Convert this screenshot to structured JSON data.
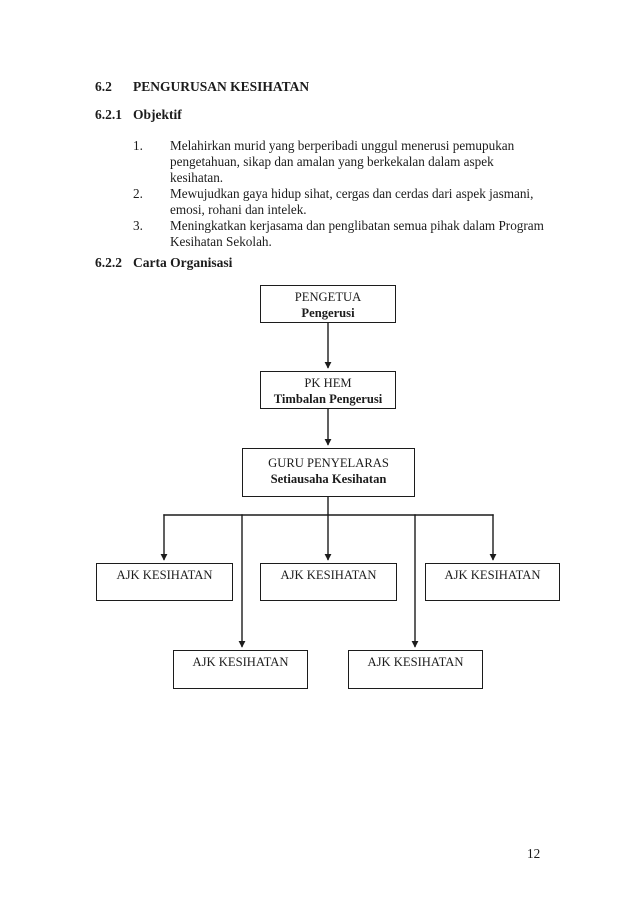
{
  "document": {
    "section": {
      "number": "6.2",
      "title": "PENGURUSAN KESIHATAN"
    },
    "objektif": {
      "number": "6.2.1",
      "title": "Objektif",
      "items": [
        {
          "num": "1.",
          "lines": [
            "Melahirkan murid yang berperibadi unggul menerusi pemupukan",
            "pengetahuan, sikap dan amalan yang berkekalan dalam aspek",
            "kesihatan."
          ]
        },
        {
          "num": "2.",
          "lines": [
            "Mewujudkan gaya hidup sihat, cergas dan cerdas dari aspek jasmani,",
            "emosi, rohani dan intelek."
          ]
        },
        {
          "num": "3.",
          "lines": [
            "Meningkatkan kerjasama dan penglibatan semua pihak dalam Program",
            "Kesihatan Sekolah."
          ]
        }
      ]
    },
    "carta": {
      "number": "6.2.2",
      "title": "Carta Organisasi"
    },
    "page_number": "12"
  },
  "org_chart": {
    "nodes": {
      "pengetua": {
        "role": "PENGETUA",
        "position": "Pengerusi"
      },
      "pk_hem": {
        "role": "PK HEM",
        "position": "Timbalan Pengerusi"
      },
      "guru_penyelaras": {
        "role": "GURU PENYELARAS",
        "position": "Setiausaha Kesihatan"
      },
      "ajk_top_1": {
        "role": "AJK KESIHATAN"
      },
      "ajk_top_2": {
        "role": "AJK KESIHATAN"
      },
      "ajk_top_3": {
        "role": "AJK KESIHATAN"
      },
      "ajk_bottom_1": {
        "role": "AJK KESIHATAN"
      },
      "ajk_bottom_2": {
        "role": "AJK KESIHATAN"
      }
    }
  },
  "colors": {
    "text": "#1c1c1c",
    "border": "#1c1c1c",
    "background": "#ffffff"
  }
}
